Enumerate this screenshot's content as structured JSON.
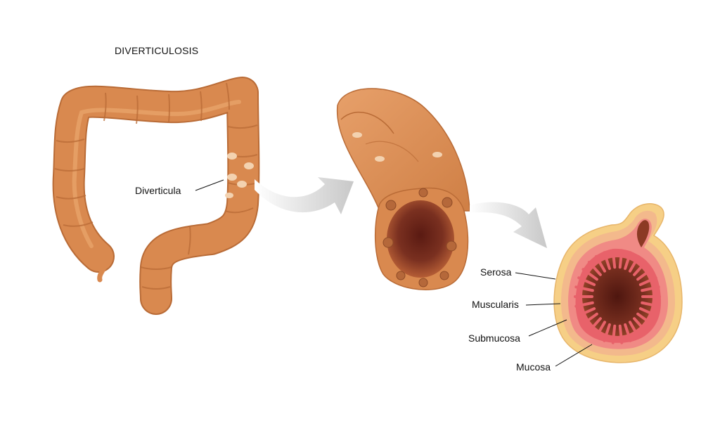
{
  "title": "DIVERTICULOSIS",
  "labels": {
    "diverticula": "Diverticula",
    "serosa": "Serosa",
    "muscularis": "Muscularis",
    "submucosa": "Submucosa",
    "mucosa": "Mucosa"
  },
  "colors": {
    "colon": "#d9894f",
    "colon_edge": "#b96b36",
    "colon_highlight": "#e9a66e",
    "lumen_dark": "#5a1a12",
    "lumen_mid": "#8c3a24",
    "serosa": "#f6cf86",
    "muscularis": "#f3b98c",
    "submucosa": "#f08a85",
    "mucosa": "#e8626a",
    "arrow": "#cccccc"
  }
}
